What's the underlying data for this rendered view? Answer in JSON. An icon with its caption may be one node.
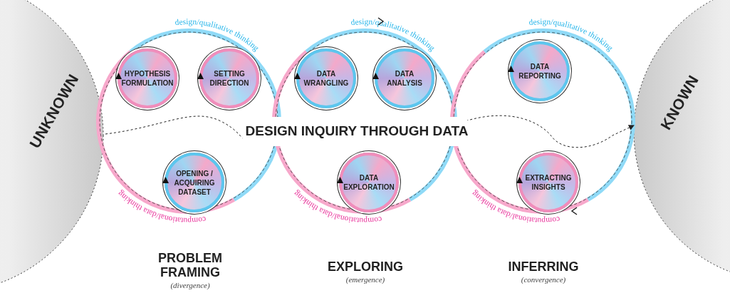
{
  "diagram": {
    "title": "DESIGN INQUIRY THROUGH DATA",
    "nodes": [
      {
        "text": [
          "UNKNOWN"
        ]
      },
      {
        "text": [
          "KNOWN"
        ]
      },
      {
        "text": [
          "design/qualitative thinking",
          "computational/data thinking"
        ]
      },
      {
        "text": [
          "design/qualitative thinking",
          "computational/data thinking"
        ]
      },
      {
        "text": [
          "design/qualitative thinking",
          "computational/data thinking"
        ]
      },
      {
        "text": [
          "HYPOTHESIS FORMULATION"
        ],
        "in": 2
      },
      {
        "text": [
          "SETTING DIRECTION"
        ],
        "in": 2
      },
      {
        "text": [
          "OPENING / ACQUIRING DATASET"
        ],
        "in": 2
      },
      {
        "text": [
          "DATA WRANGLING"
        ],
        "in": 3
      },
      {
        "text": [
          "DATA ANALYSIS"
        ],
        "in": 3
      },
      {
        "text": [
          "DATA EXPLORATION"
        ],
        "in": 3
      },
      {
        "text": [
          "DATA REPORTING"
        ],
        "in": 4
      },
      {
        "text": [
          "EXTRACTING INSIGHTS"
        ],
        "in": 4
      }
    ],
    "edges": [
      {
        "from": 0,
        "to": 1,
        "arrow": "to",
        "style": "dashed"
      }
    ],
    "labels": [
      "PROBLEM FRAMING",
      "(divergence)",
      "EXPLORING",
      "(emergence)",
      "INFERRING",
      "(convergence)"
    ]
  }
}
